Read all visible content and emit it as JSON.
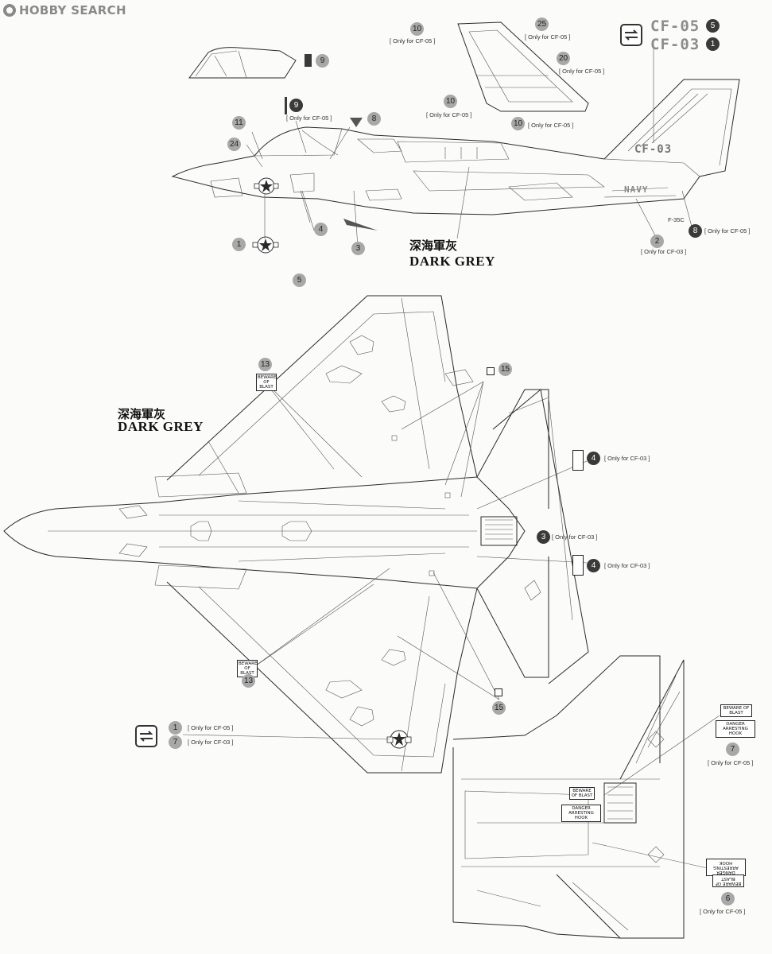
{
  "watermark": "HOBBY SEARCH",
  "colors": {
    "line": "#2a2a2a",
    "badge": "#a8a8a8",
    "badge_dark": "#3a3a3a",
    "code": "#8c8c8c"
  },
  "codes": [
    {
      "text": "CF-05",
      "badge": "5"
    },
    {
      "text": "CF-03",
      "badge": "1"
    }
  ],
  "paint": {
    "cn": "深海軍灰",
    "en": "DARK GREY"
  },
  "tail_code": "CF-03",
  "navy": "NAVY",
  "type_label": "F-35C",
  "notes": {
    "cf05": "[ Only for CF-05 ]",
    "cf03": "[ Only for CF-03 ]",
    "cf05_plain": "[ Only for CF-05 ]"
  },
  "callouts": {
    "c1": "1",
    "c2": "2",
    "c3": "3",
    "c4": "4",
    "c5": "5",
    "c6": "6",
    "c7": "7",
    "c8": "8",
    "c9": "9",
    "c10": "10",
    "c11": "11",
    "c13": "13",
    "c15": "15",
    "c20": "20",
    "c24": "24",
    "c25": "25"
  },
  "placards": {
    "beware": "BEWARE OF BLAST",
    "danger": "DANGER ARRESTING HOOK"
  },
  "icons": [
    "swap-icon",
    "roundel-icon"
  ]
}
